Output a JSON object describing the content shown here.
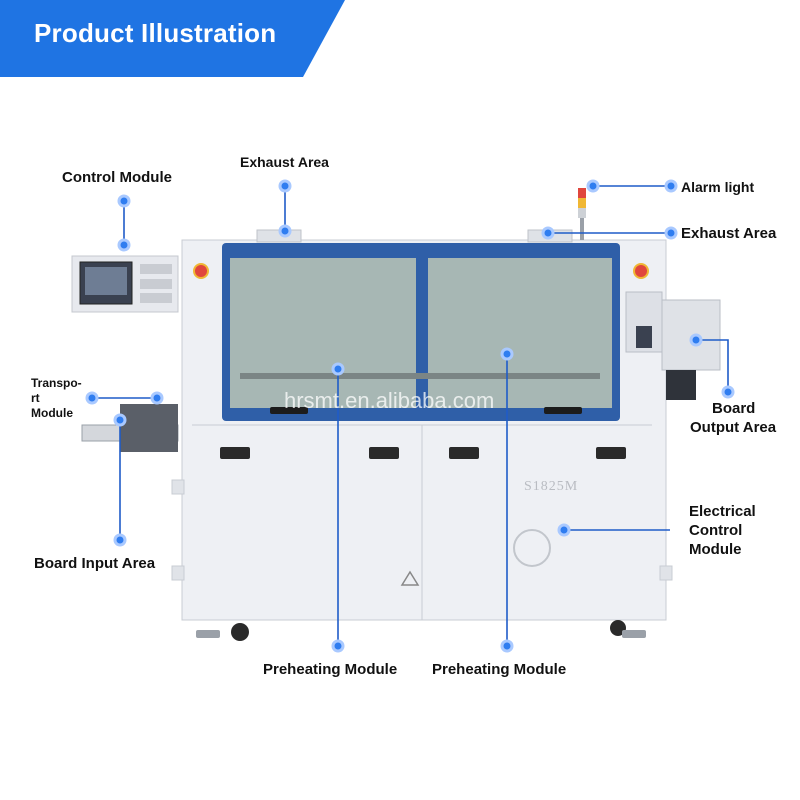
{
  "header": {
    "title": "Product Illustration"
  },
  "labels": {
    "control_module": "Control Module",
    "exhaust_area_left": "Exhaust Area",
    "alarm_light": "Alarm light",
    "exhaust_area_right": "Exhaust Area",
    "transport_module_l1": "Transpo-",
    "transport_module_l2": "rt",
    "transport_module_l3": "Module",
    "board_output_l1": "Board",
    "board_output_l2": "Output Area",
    "electrical_l1": "Electrical",
    "electrical_l2": "Control",
    "electrical_l3": "Module",
    "board_input": "Board Input Area",
    "preheating_left": "Preheating Module",
    "preheating_right": "Preheating Module"
  },
  "machine": {
    "model_text": "S1825M",
    "watermark": "hrsmt.en.alibaba.com"
  },
  "colors": {
    "banner": "#1f74e3",
    "marker": "#2f7df0",
    "machine_body": "#eef0f4",
    "window_frame": "#2f5fa8"
  }
}
